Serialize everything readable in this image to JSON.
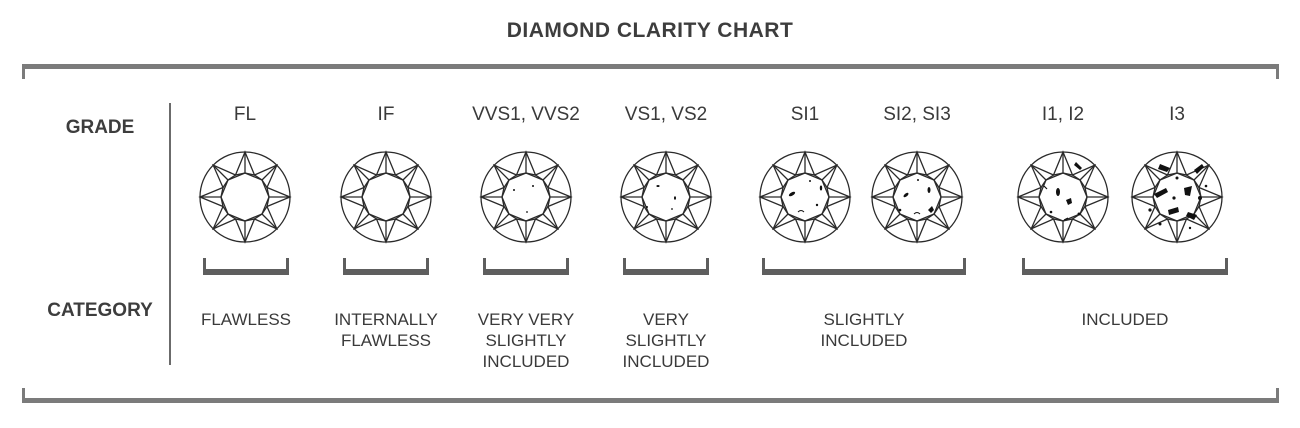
{
  "title": "DIAMOND CLARITY CHART",
  "row_labels": {
    "grade": "GRADE",
    "category": "CATEGORY"
  },
  "grades": [
    {
      "label": "FL",
      "inclusions": "none"
    },
    {
      "label": "IF",
      "inclusions": "none"
    },
    {
      "label": "VVS1, VVS2",
      "inclusions": "tiny pinpoints"
    },
    {
      "label": "VS1, VS2",
      "inclusions": "minor specks"
    },
    {
      "label": "SI1",
      "inclusions": "noticeable"
    },
    {
      "label": "SI2, SI3",
      "inclusions": "noticeable, more"
    },
    {
      "label": "I1, I2",
      "inclusions": "obvious"
    },
    {
      "label": "I3",
      "inclusions": "heavy"
    }
  ],
  "categories": [
    {
      "label": "FLAWLESS",
      "spans": [
        "FL"
      ]
    },
    {
      "label": "INTERNALLY\nFLAWLESS",
      "spans": [
        "IF"
      ]
    },
    {
      "label": "VERY VERY\nSLIGHTLY\nINCLUDED",
      "spans": [
        "VVS1, VVS2"
      ]
    },
    {
      "label": "VERY\nSLIGHTLY\nINCLUDED",
      "spans": [
        "VS1, VS2"
      ]
    },
    {
      "label": "SLIGHTLY\nINCLUDED",
      "spans": [
        "SI1",
        "SI2, SI3"
      ]
    },
    {
      "label": "INCLUDED",
      "spans": [
        "I1, I2",
        "I3"
      ]
    }
  ],
  "colors": {
    "frame": "#7b7b7b",
    "bracket": "#5e5e5e",
    "text": "#3a3a3a",
    "diamond_stroke": "#2a2a2a",
    "inclusion": "#111111"
  }
}
